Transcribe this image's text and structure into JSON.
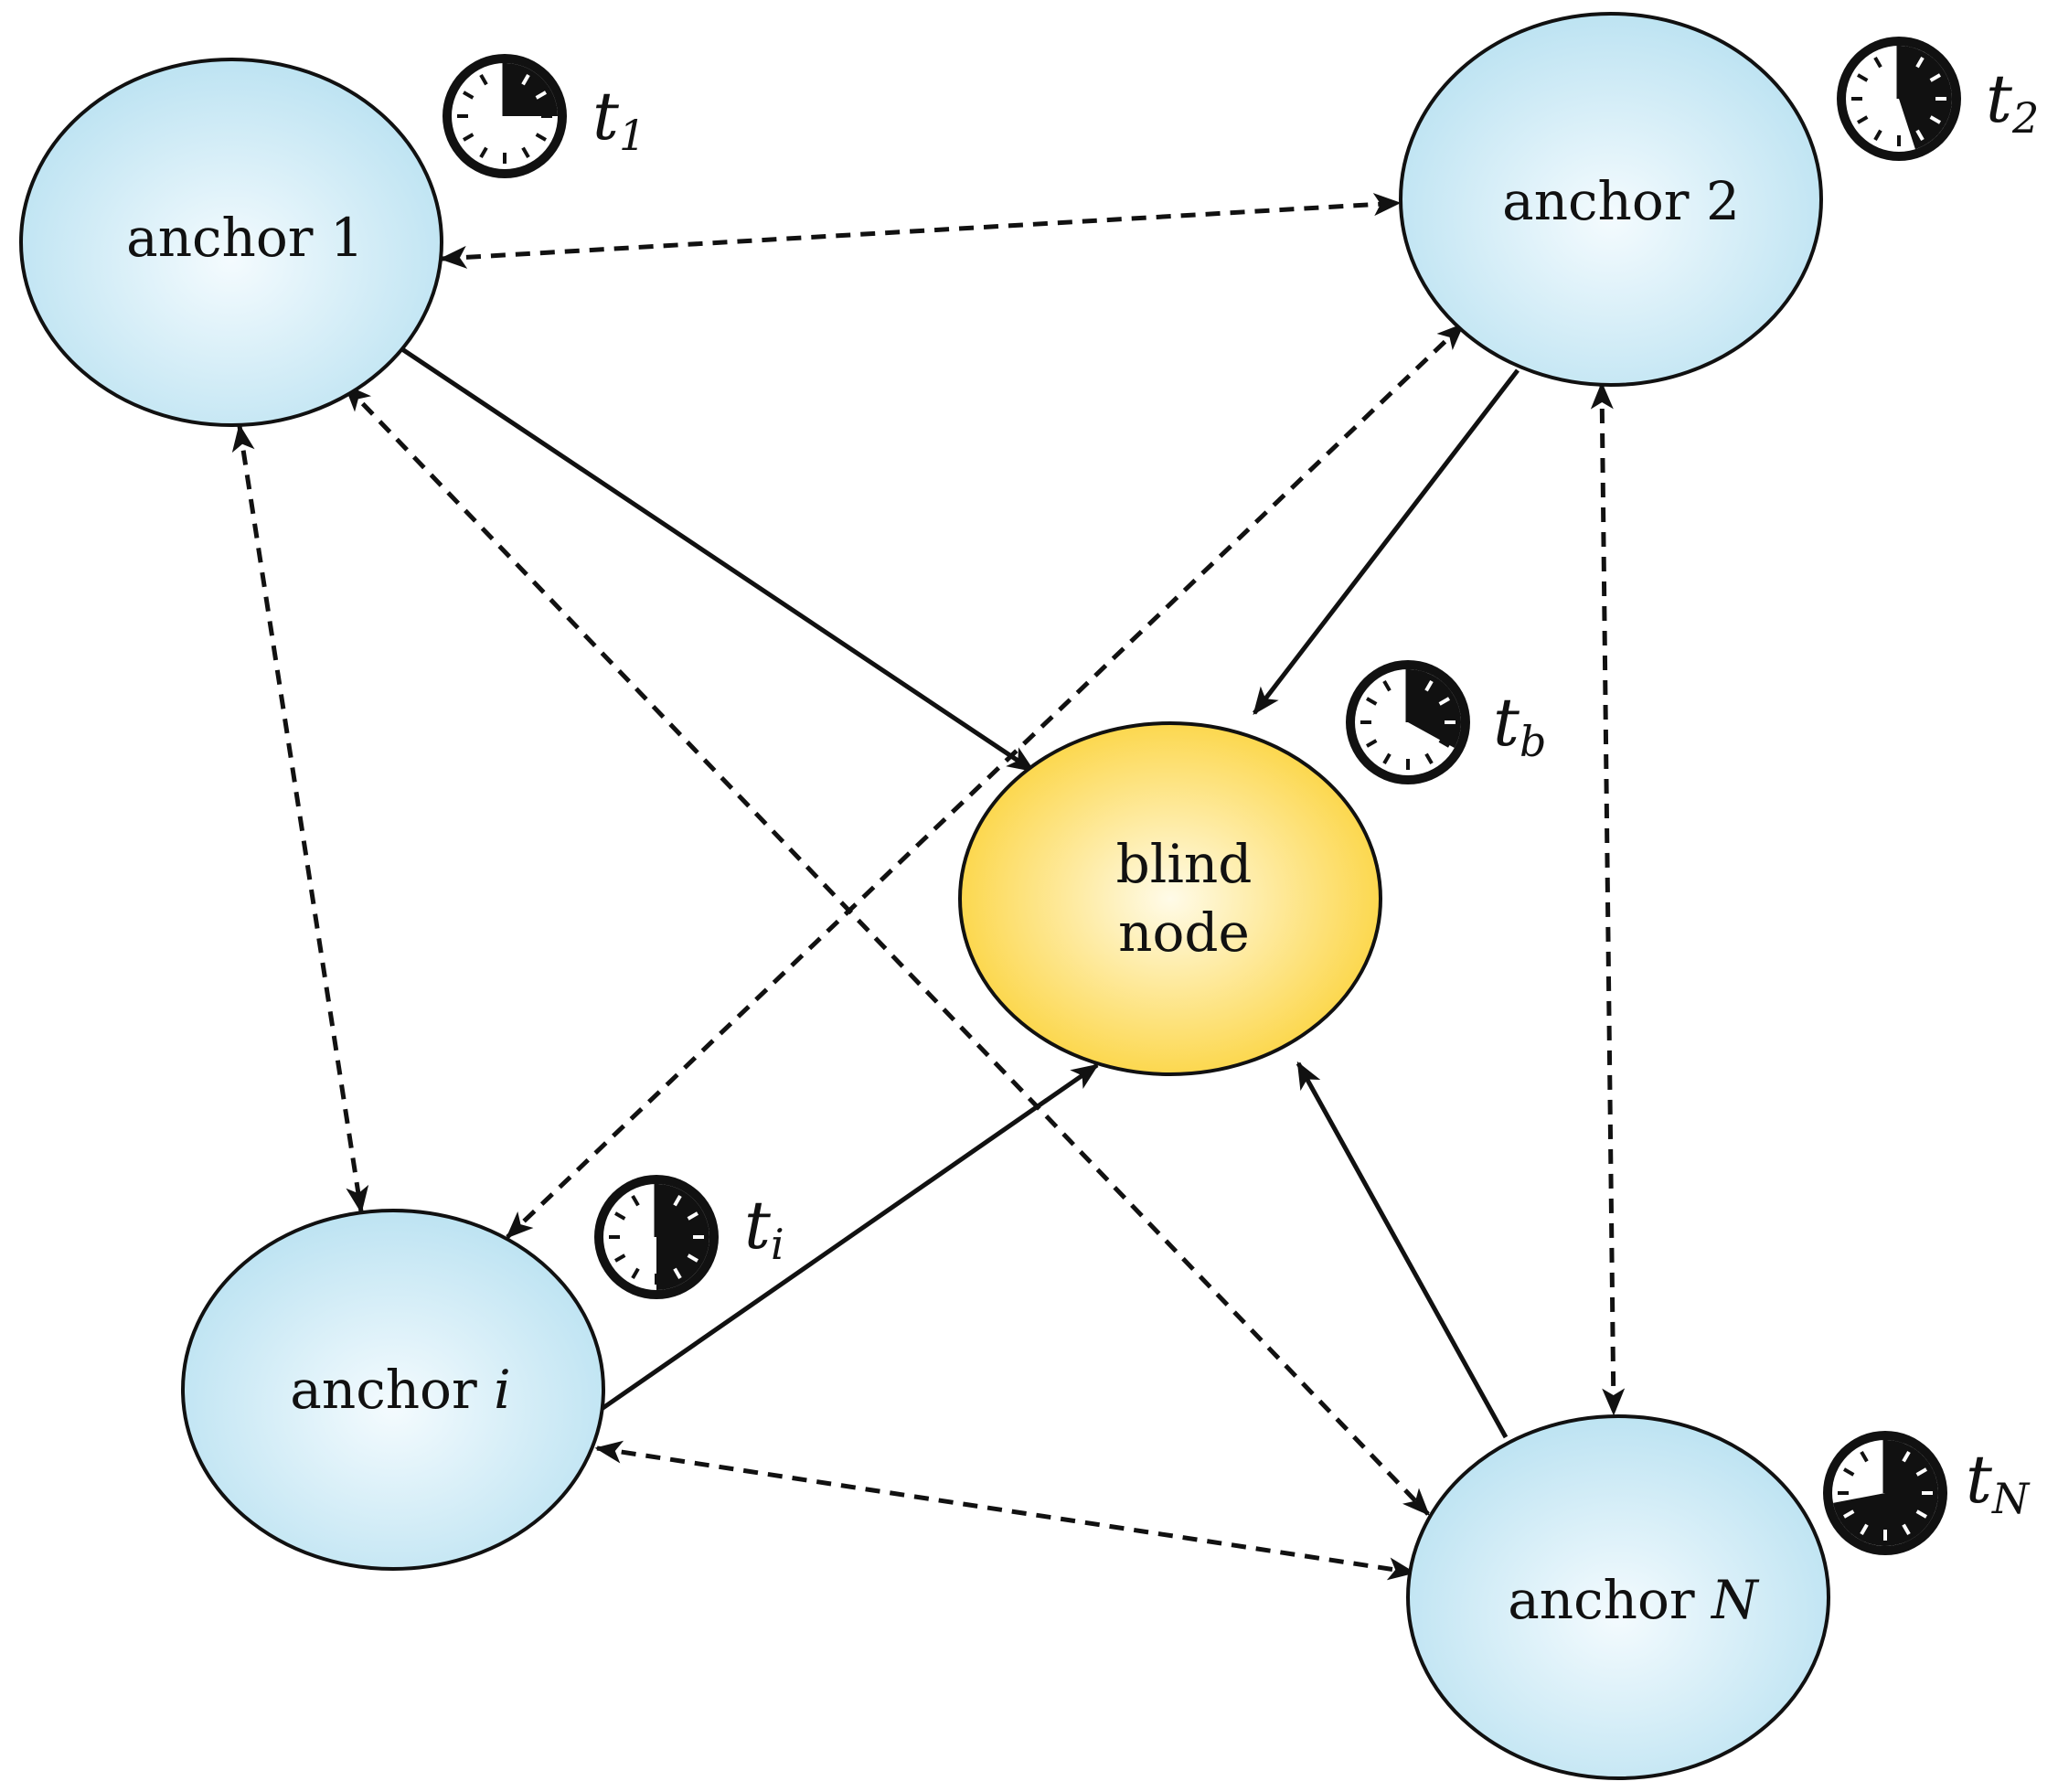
{
  "nodes": {
    "anchor1": {
      "label": "anchor 1",
      "plain": "anchor ",
      "emph": "1",
      "emph_italic": false
    },
    "anchor2": {
      "label": "anchor 2",
      "plain": "anchor ",
      "emph": "2",
      "emph_italic": false
    },
    "anchori": {
      "label": "anchor i",
      "plain": "anchor ",
      "emph": "i",
      "emph_italic": true
    },
    "anchorN": {
      "label": "anchor N",
      "plain": "anchor ",
      "emph": "N",
      "emph_italic": true
    },
    "blind": {
      "line1": "blind",
      "line2": "node"
    }
  },
  "clocks": {
    "t1": {
      "base": "t",
      "sub": "1",
      "sub_italic": false,
      "fill_fraction": 0.25
    },
    "t2": {
      "base": "t",
      "sub": "2",
      "sub_italic": false,
      "fill_fraction": 0.45
    },
    "tb": {
      "base": "t",
      "sub": "b",
      "sub_italic": true,
      "fill_fraction": 0.33
    },
    "ti": {
      "base": "t",
      "sub": "i",
      "sub_italic": true,
      "fill_fraction": 0.5
    },
    "tN": {
      "base": "t",
      "sub": "N",
      "sub_italic": true,
      "fill_fraction": 0.72
    }
  },
  "colors": {
    "anchor_fill_center": "#f4fbfe",
    "anchor_fill_edge": "#bde3f2",
    "blind_fill_center": "#fffbe8",
    "blind_fill_edge": "#fcd43f",
    "stroke": "#111111"
  },
  "edges": {
    "solid_to_blind": [
      "anchor 1",
      "anchor 2",
      "anchor i",
      "anchor N"
    ],
    "dashed_bidirectional": [
      [
        "anchor 1",
        "anchor 2"
      ],
      [
        "anchor 1",
        "anchor i"
      ],
      [
        "anchor 1",
        "anchor N"
      ],
      [
        "anchor 2",
        "anchor i"
      ],
      [
        "anchor 2",
        "anchor N"
      ],
      [
        "anchor i",
        "anchor N"
      ]
    ]
  }
}
